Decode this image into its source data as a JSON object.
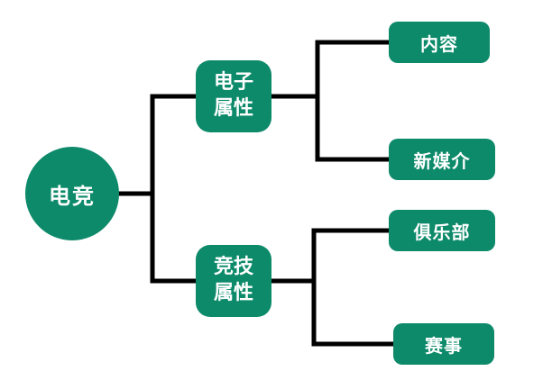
{
  "diagram": {
    "root": {
      "label": "电竞"
    },
    "branches": [
      {
        "label": "电子属性",
        "lines": [
          "电子",
          "属性"
        ],
        "children": [
          {
            "label": "内容"
          },
          {
            "label": "新媒介"
          }
        ]
      },
      {
        "label": "竞技属性",
        "lines": [
          "竞技",
          "属性"
        ],
        "children": [
          {
            "label": "俱乐部"
          },
          {
            "label": "赛事"
          }
        ]
      }
    ],
    "colors": {
      "node": "#0d8a6a",
      "line": "#000000",
      "text": "#ffffff",
      "background": "#ffffff"
    }
  }
}
